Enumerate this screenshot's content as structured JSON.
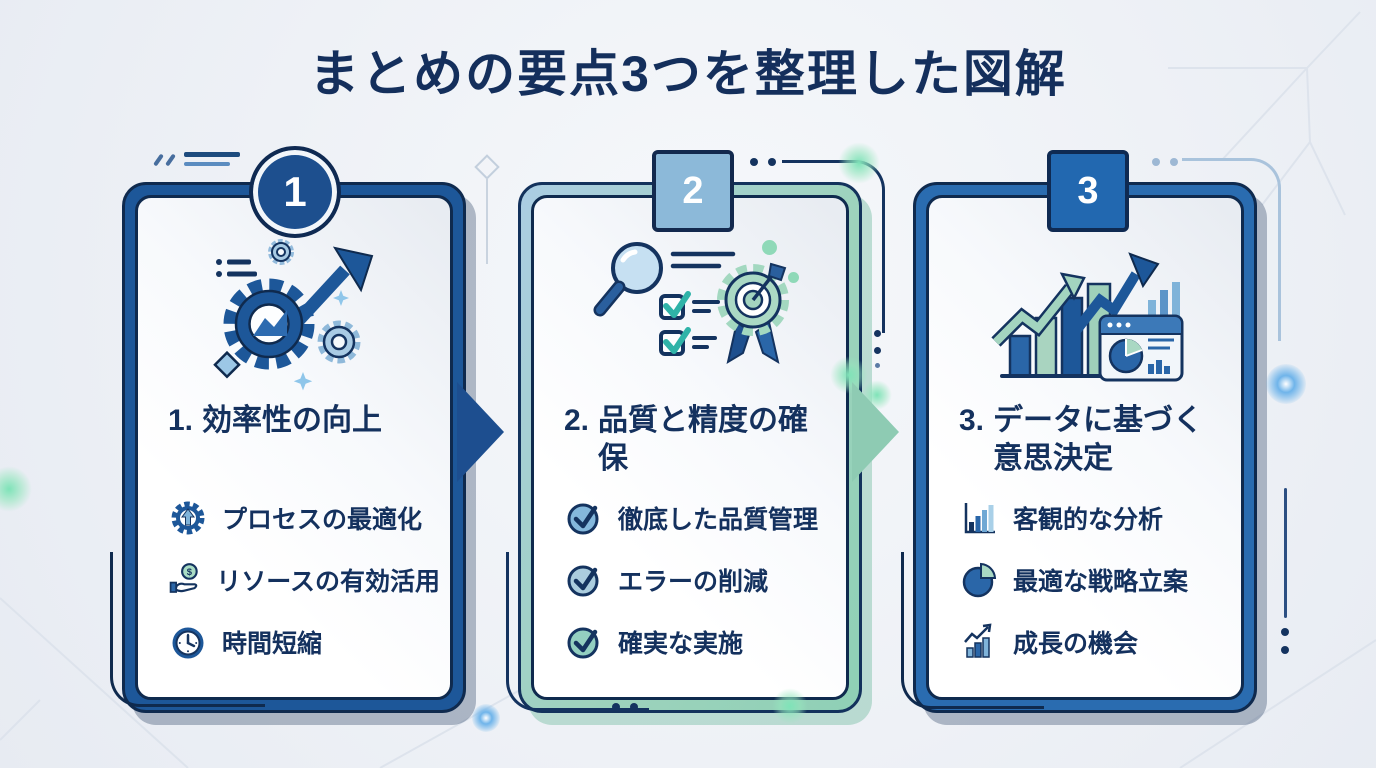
{
  "page": {
    "title": "まとめの要点3つを整理した図解"
  },
  "cards": [
    {
      "number": "1",
      "title_prefix": "1.",
      "title": "効率性の向上",
      "illustration": "gears-growth-arrow",
      "items": [
        {
          "icon": "gear-up-arrow-icon",
          "label": "プロセスの最適化"
        },
        {
          "icon": "hand-coin-icon",
          "label": "リソースの有効活用"
        },
        {
          "icon": "clock-icon",
          "label": "時間短縮"
        }
      ]
    },
    {
      "number": "2",
      "title_prefix": "2.",
      "title": "品質と精度の確保",
      "illustration": "magnifier-checklist-award",
      "items": [
        {
          "icon": "check-circle-icon",
          "label": "徹底した品質管理"
        },
        {
          "icon": "check-circle-icon",
          "label": "エラーの削減"
        },
        {
          "icon": "check-circle-icon",
          "label": "確実な実施"
        }
      ]
    },
    {
      "number": "3",
      "title_prefix": "3.",
      "title": "データに基づく意思決定",
      "illustration": "bar-charts-dashboard",
      "items": [
        {
          "icon": "bar-chart-icon",
          "label": "客観的な分析"
        },
        {
          "icon": "pie-chart-icon",
          "label": "最適な戦略立案"
        },
        {
          "icon": "growth-chart-icon",
          "label": "成長の機会"
        }
      ]
    }
  ],
  "colors": {
    "background": "#eef1f6",
    "text_navy": "#14315e",
    "card1_border": "#1d5799",
    "card2_border_start": "#abcde3",
    "card2_border_end": "#8fd0b6",
    "card3_border": "#2a6cb0",
    "badge1_bg": "#1d4f8e",
    "badge2_bg": "#8cb9d9",
    "badge3_bg": "#2268b0",
    "arrow1": "#1d4e8f",
    "arrow2": "#8ecbb3",
    "glow_mint": "#8fe0bd",
    "glow_blue": "#7ab8e8"
  }
}
